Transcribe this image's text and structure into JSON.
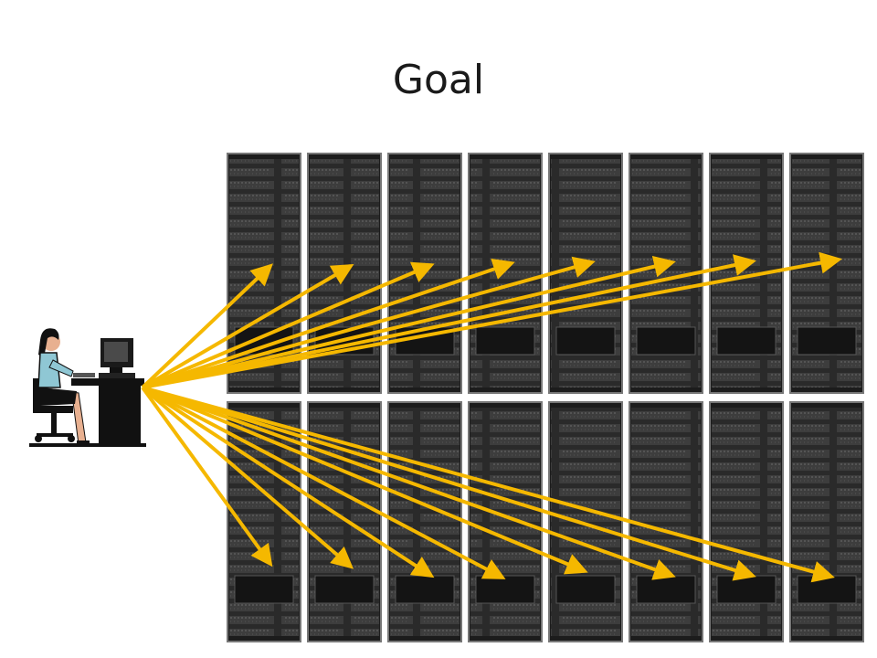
{
  "slide": {
    "title": "Goal"
  },
  "scene": {
    "racks_per_row": 8,
    "rows": 2,
    "arrow_color": "#f5b800",
    "rack_color": "#1c1c1c",
    "rack_icon": "server-rack",
    "user_icon": "person-at-computer-workstation"
  }
}
